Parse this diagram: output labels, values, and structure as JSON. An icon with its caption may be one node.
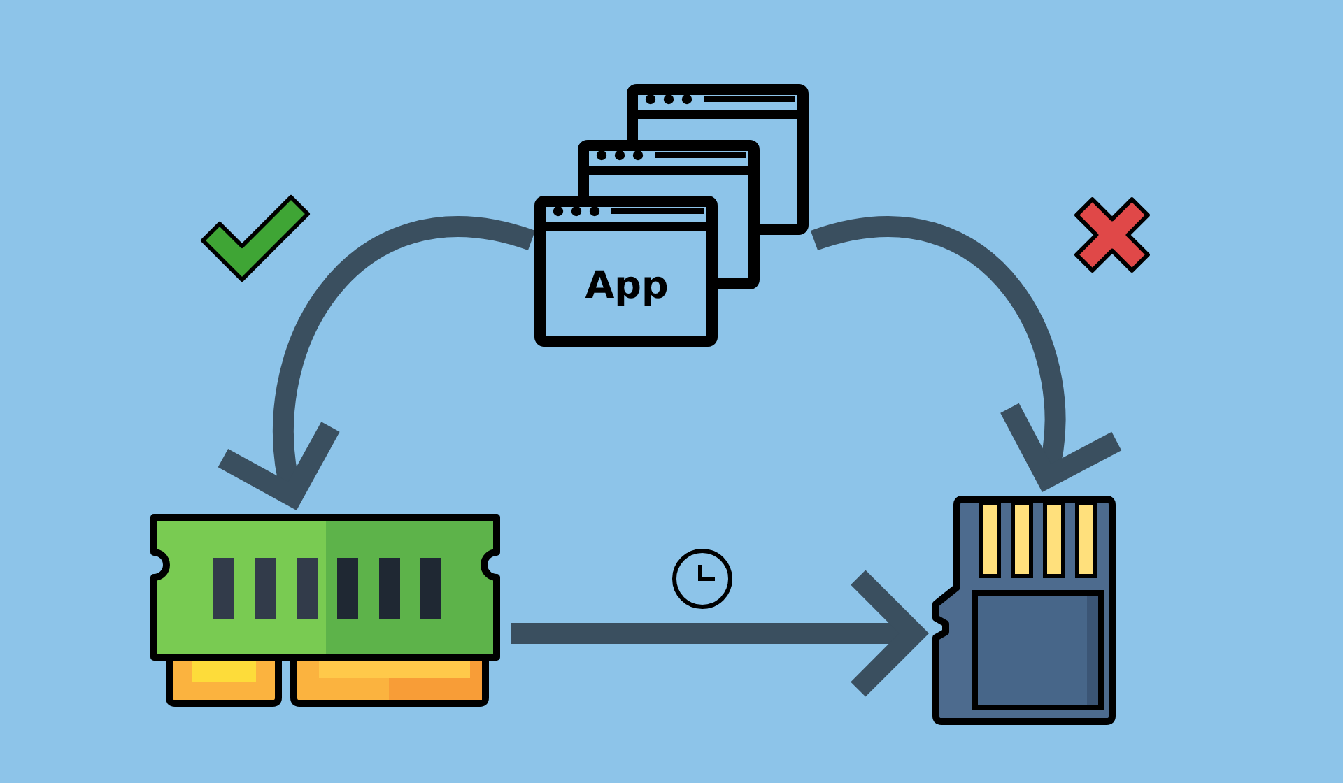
{
  "diagram": {
    "nodes": [
      {
        "text": [
          "App"
        ]
      },
      {
        "text": [],
        "shape": "picture"
      },
      {
        "text": [],
        "shape": "picture"
      }
    ],
    "edges": [
      {
        "from": 0,
        "to": 1,
        "arrow": "to"
      },
      {
        "from": 0,
        "to": 2,
        "arrow": "to"
      },
      {
        "from": 1,
        "to": 2,
        "arrow": "to"
      }
    ]
  }
}
